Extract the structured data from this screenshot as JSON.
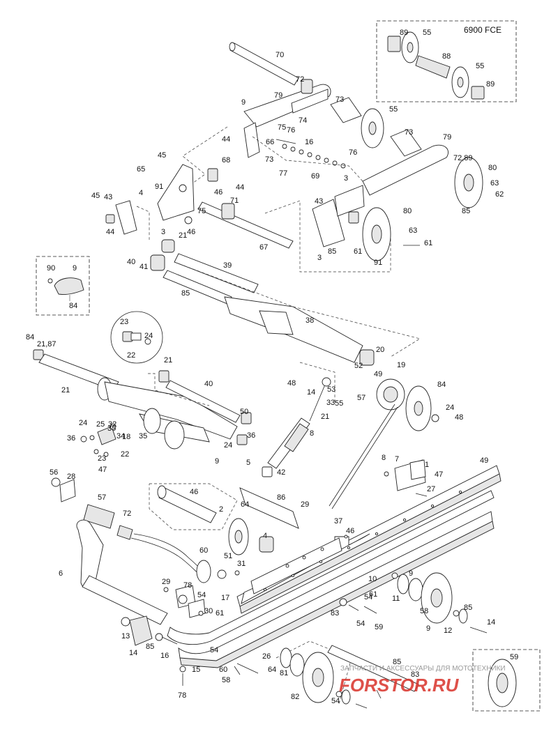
{
  "inset_title": "6900 FCE",
  "watermark_text": "ЗАПЧАСТИ И АКСЕССУАРЫ ДЛЯ МОТОТЕХНИКИ",
  "watermark_logo": "FORSTOR.RU",
  "colors": {
    "line": "#222222",
    "watermark_red": "#d9322a",
    "watermark_gray": "#9a9a9a"
  },
  "callouts": [
    "89",
    "55",
    "88",
    "55",
    "89",
    "70",
    "72",
    "79",
    "73",
    "9",
    "74",
    "75",
    "76",
    "55",
    "73",
    "44",
    "66",
    "16",
    "79",
    "72,89",
    "80",
    "73",
    "77",
    "69",
    "76",
    "3",
    "45",
    "65",
    "91",
    "68",
    "44",
    "46",
    "63",
    "62",
    "85",
    "4",
    "43",
    "45",
    "44",
    "75",
    "71",
    "46",
    "43",
    "80",
    "3",
    "21",
    "67",
    "63",
    "61",
    "85",
    "61",
    "3",
    "91",
    "90",
    "9",
    "84",
    "40",
    "41",
    "39",
    "85",
    "38",
    "23",
    "24",
    "22",
    "21",
    "84",
    "21,87",
    "52",
    "20",
    "21",
    "50",
    "19",
    "40",
    "49",
    "48",
    "14",
    "53",
    "55",
    "57",
    "84",
    "24",
    "48",
    "21",
    "33",
    "36",
    "32",
    "24",
    "25",
    "18",
    "35",
    "34",
    "35",
    "36",
    "23",
    "22",
    "47",
    "24",
    "9",
    "8",
    "5",
    "8",
    "7",
    "1",
    "47",
    "27",
    "49",
    "56",
    "28",
    "42",
    "46",
    "57",
    "86",
    "29",
    "2",
    "64",
    "72",
    "37",
    "46",
    "4",
    "60",
    "51",
    "31",
    "9",
    "10",
    "6",
    "29",
    "78",
    "54",
    "17",
    "11",
    "54",
    "30",
    "61",
    "61",
    "83",
    "54",
    "59",
    "58",
    "85",
    "9",
    "12",
    "14",
    "13",
    "14",
    "85",
    "16",
    "15",
    "60",
    "78",
    "54",
    "26",
    "64",
    "81",
    "85",
    "83",
    "59",
    "58",
    "82",
    "54"
  ]
}
